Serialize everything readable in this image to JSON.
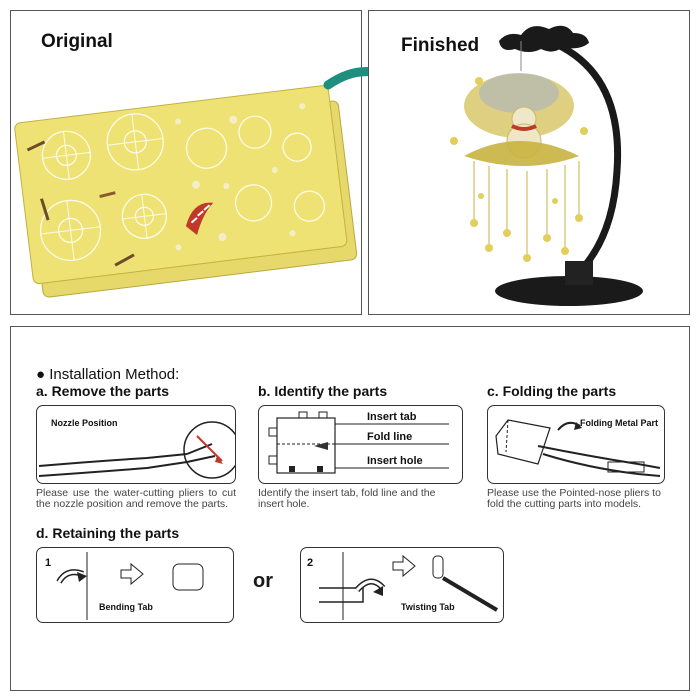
{
  "top": {
    "original_label": "Original",
    "finished_label": "Finished"
  },
  "install": {
    "heading": "Installation Method:",
    "step_a": {
      "title": "a. Remove the parts",
      "label": "Nozzle Position",
      "desc": "Please use the water-cutting pliers to cut the nozzle position and remove the parts."
    },
    "step_b": {
      "title": "b. Identify the parts",
      "insert_tab": "Insert tab",
      "fold_line": "Fold line",
      "insert_hole": "Insert hole",
      "desc": "Identify the insert tab, fold line and the insert hole."
    },
    "step_c": {
      "title": "c. Folding the parts",
      "label": "Folding Metal Part",
      "desc": "Please use the Pointed-nose pliers to fold the cutting parts into models."
    },
    "step_d": {
      "title": "d. Retaining the parts",
      "num1": "1",
      "bending_tab": "Bending Tab",
      "or": "or",
      "num2": "2",
      "twisting_tab": "Twisting Tab"
    }
  },
  "colors": {
    "accent_teal": "#1e8f7e",
    "brass": "#e8dc5a",
    "stand_black": "#1a1a1a"
  }
}
